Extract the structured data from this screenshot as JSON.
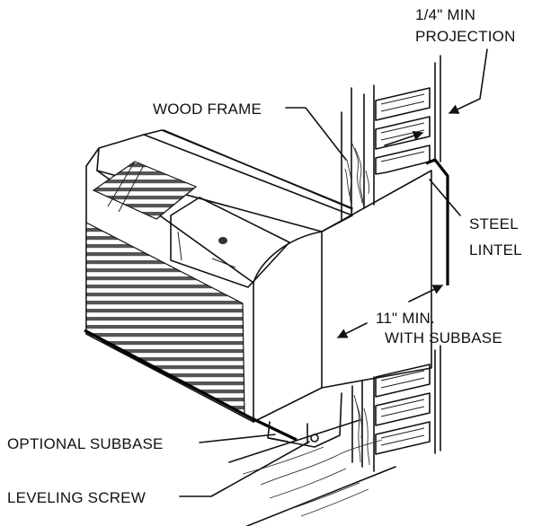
{
  "labels": {
    "min_projection_line1": "1/4\" MIN",
    "min_projection_line2": "PROJECTION",
    "wood_frame": "WOOD FRAME",
    "steel_lintel_line1": "STEEL",
    "steel_lintel_line2": "LINTEL",
    "min_depth_line1": "11\" MIN.",
    "min_depth_line2": "WITH SUBBASE",
    "optional_subbase": "OPTIONAL SUBBASE",
    "leveling_screw": "LEVELING SCREW"
  },
  "colors": {
    "line": "#111111",
    "background": "#ffffff",
    "grille": "#555555"
  },
  "icons": {
    "arrow": "arrowhead"
  }
}
